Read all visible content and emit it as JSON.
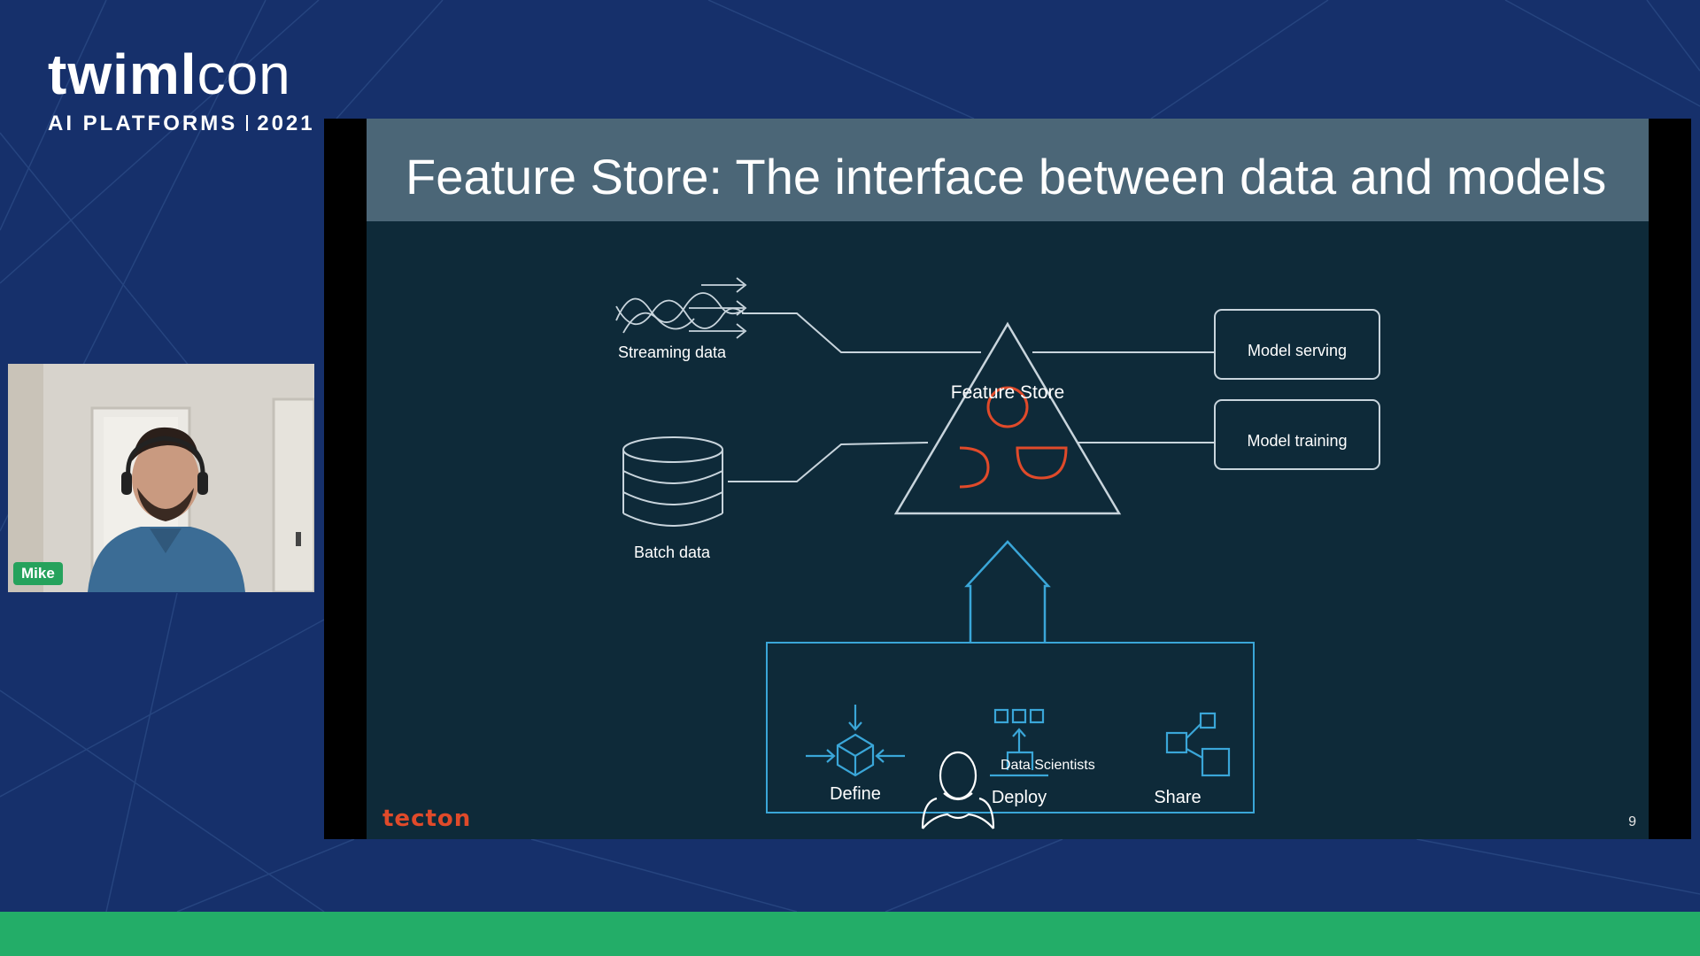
{
  "event_logo": {
    "wordmark_part1": "twiml",
    "wordmark_part2": "con",
    "subtitle_left": "AI PLATFORMS",
    "subtitle_right": "2021"
  },
  "webcam": {
    "participant_name": "Mike",
    "badge_color": "#25a25c"
  },
  "slide": {
    "title": "Feature Store: The interface between data and models",
    "page_number": "9",
    "brand": "tecton",
    "diagram": {
      "center_label": "Feature Store",
      "inputs": [
        "Streaming data",
        "Batch data"
      ],
      "outputs": [
        "Model serving",
        "Model training"
      ],
      "workflow_steps": [
        "Define",
        "Deploy",
        "Share"
      ],
      "user_label": "Data Scientists"
    },
    "icons": {
      "streaming": "streaming-waves-icon",
      "batch": "database-cylinder-icon",
      "define": "cube-define-icon",
      "deploy": "deploy-icon",
      "share": "share-nodes-icon",
      "user": "person-icon"
    },
    "colors": {
      "accent_orange": "#e04a2a",
      "accent_blue": "#3aa6d8",
      "line": "#c8d4dc"
    }
  },
  "colors": {
    "background": "#16306b",
    "bottom_bar": "#23ad68"
  }
}
